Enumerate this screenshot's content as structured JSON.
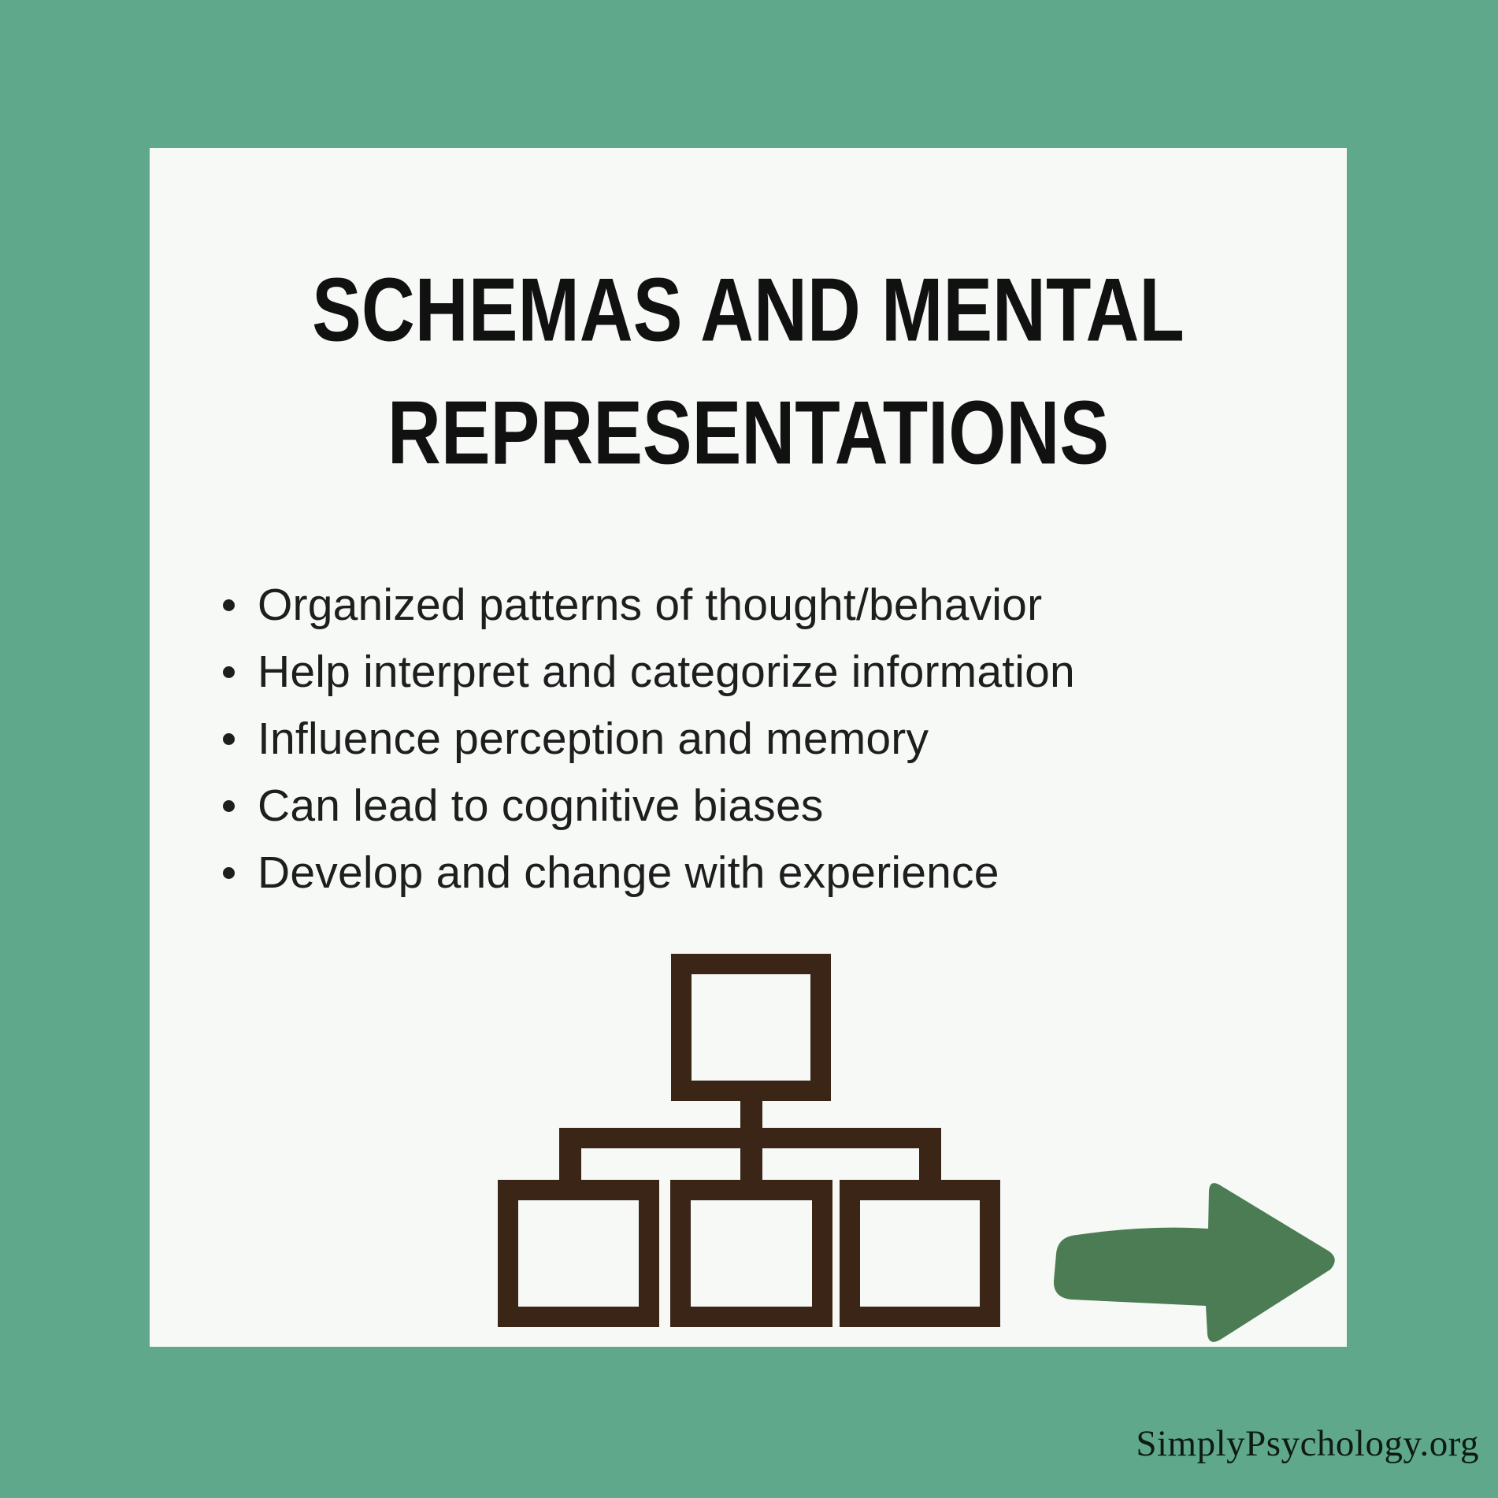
{
  "title": {
    "line1": "SCHEMAS AND MENTAL",
    "line2": "REPRESENTATIONS"
  },
  "bullets": {
    "items": [
      "Organized patterns of thought/behavior",
      "Help interpret and categorize information",
      "Influence perception and memory",
      "Can lead to cognitive biases",
      "Develop and change with experience"
    ]
  },
  "icons": {
    "hierarchy": "hierarchy-diagram-icon",
    "arrow": "arrow-right-icon"
  },
  "footer": {
    "site": "SimplyPsychology.org"
  },
  "colors": {
    "background": "#5fa88c",
    "card": "#f7f9f7",
    "title_text": "#111111",
    "body_text": "#1e1e1e",
    "icon_brown": "#3a2517",
    "arrow_green": "#4b7c53",
    "footer_text": "#0e1b15"
  }
}
